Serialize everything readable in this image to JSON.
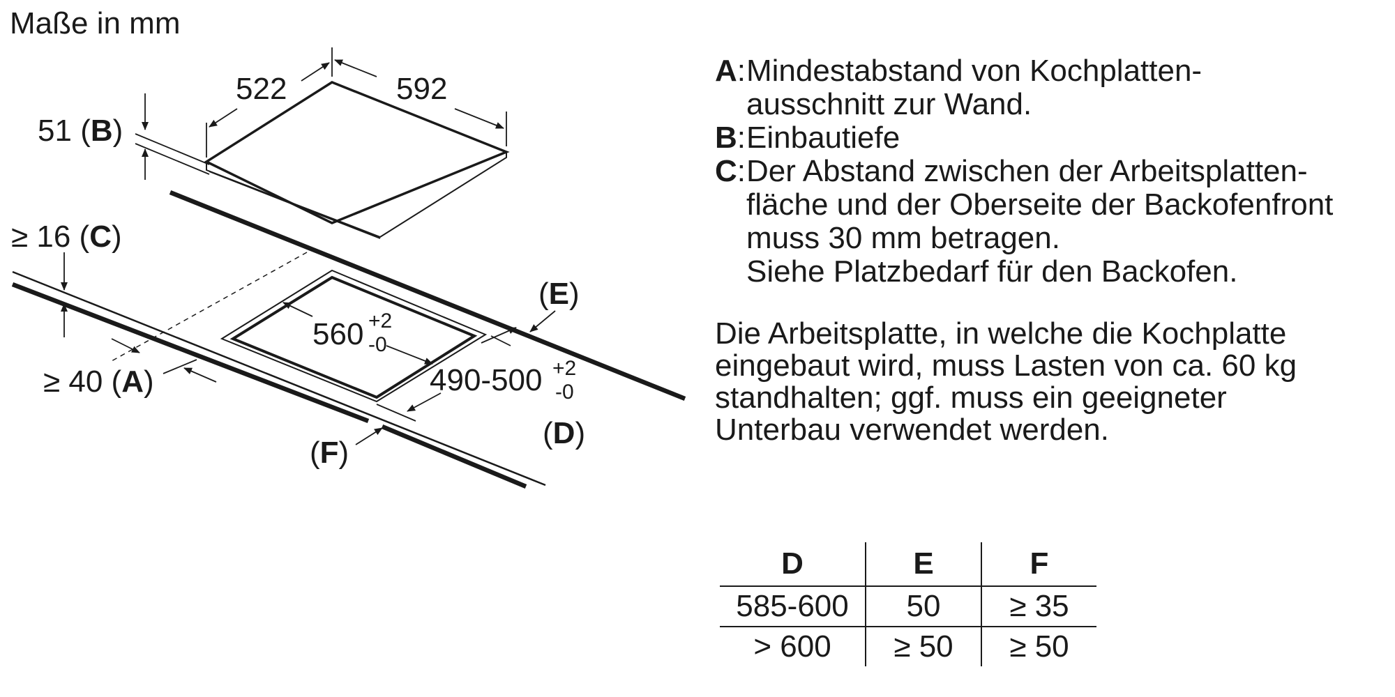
{
  "unit_note": "Maße in mm",
  "dims": {
    "width": "592",
    "depth": "522",
    "height_value": "51",
    "height_key": "B",
    "c_prefix": "≥ 16 (",
    "c_key": "C",
    "a_prefix": "≥ 40 (",
    "a_key": "A",
    "cut_w": "560",
    "cut_w_up": "+2",
    "cut_w_down": "-0",
    "cut_d": "490-500",
    "cut_d_up": "+2",
    "cut_d_down": "-0",
    "e_key": "E",
    "d_key": "D",
    "f_key": "F",
    "paren_open": "(",
    "paren_close": ")"
  },
  "legend": [
    {
      "key": "A",
      "text": "Mindestabstand von Kochplatten-\nausschnitt zur Wand."
    },
    {
      "key": "B",
      "text": "Einbautiefe"
    },
    {
      "key": "C",
      "text": "Der Abstand zwischen der Arbeitsplatten-\nfläche und der Oberseite der Backofenfront\nmuss 30 mm betragen.\nSiehe Platzbedarf für den Backofen."
    }
  ],
  "legend_sep": ":",
  "note": "Die Arbeitsplatte, in welche die Kochplatte\neingebaut wird, muss Lasten von ca. 60 kg\nstandhalten; ggf. muss ein geeigneter\nUnterbau verwendet werden.",
  "table": {
    "headers": [
      "D",
      "E",
      "F"
    ],
    "rows": [
      [
        "585-600",
        "50",
        "≥ 35"
      ],
      [
        "> 600",
        "≥ 50",
        "≥ 50"
      ]
    ]
  }
}
